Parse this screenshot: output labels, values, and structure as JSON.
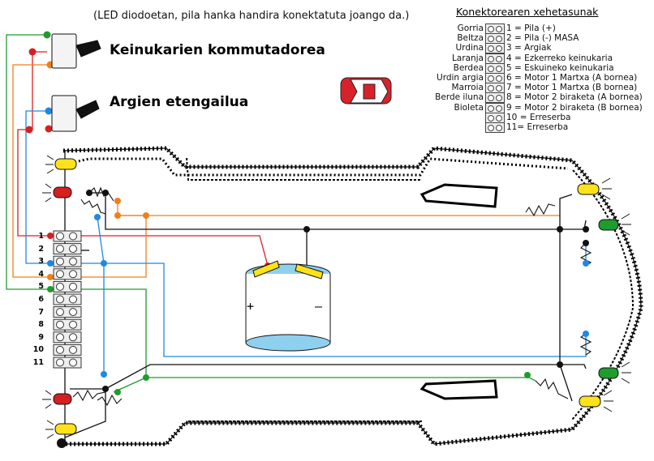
{
  "note": "(LED diodoetan, pila hanka handira konektatuta joango da.)",
  "labels": {
    "switch_wings": "Keinukarien kommutadorea",
    "switch_lights": "Argien etengailua"
  },
  "battery": {
    "plus": "+",
    "minus": "–"
  },
  "legend": {
    "title": "Konektorearen xehetasunak",
    "rows": [
      {
        "color": "Gorria",
        "func": "1 = Pila (+)"
      },
      {
        "color": "Beltza",
        "func": "2 = Pila (-) MASA"
      },
      {
        "color": "Urdina",
        "func": "3 = Argiak"
      },
      {
        "color": "Laranja",
        "func": "4 = Ezkerreko keinukaria"
      },
      {
        "color": "Berdea",
        "func": "5 = Eskuineko keinukaria"
      },
      {
        "color": "Urdin argia",
        "func": "6 = Motor 1 Martxa (A bornea)"
      },
      {
        "color": "Marroia",
        "func": "7 = Motor 1 Martxa (B bornea)"
      },
      {
        "color": "Berde iluna",
        "func": "8 = Motor 2 biraketa (A bornea)"
      },
      {
        "color": "Bioleta",
        "func": "9 = Motor 2 biraketa (B bornea)"
      },
      {
        "color": "",
        "func": "10 = Erreserba"
      },
      {
        "color": "",
        "func": "11= Erreserba"
      }
    ]
  },
  "connector_numbers": [
    "1",
    "2",
    "3",
    "4",
    "5",
    "6",
    "7",
    "8",
    "9",
    "10",
    "11"
  ],
  "colors": {
    "red": "#d62020",
    "blue": "#1e88e5",
    "orange": "#f07f1a",
    "green": "#1e9c2e",
    "black": "#111111",
    "yellow": "#ffe21a"
  }
}
